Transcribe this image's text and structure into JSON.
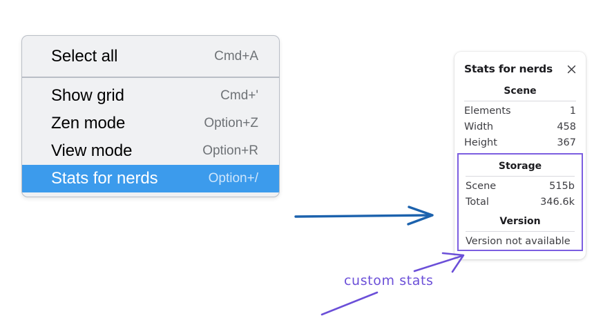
{
  "context_menu": {
    "name": "canvas-context-menu",
    "sections": [
      {
        "items": [
          {
            "label": "Select all",
            "shortcut": "Cmd+A",
            "selected": false
          }
        ]
      },
      {
        "items": [
          {
            "label": "Show grid",
            "shortcut": "Cmd+'",
            "selected": false
          },
          {
            "label": "Zen mode",
            "shortcut": "Option+Z",
            "selected": false
          },
          {
            "label": "View mode",
            "shortcut": "Option+R",
            "selected": false
          },
          {
            "label": "Stats for nerds",
            "shortcut": "Option+/",
            "selected": true
          }
        ]
      }
    ]
  },
  "stats_panel": {
    "title": "Stats for nerds",
    "close_icon": "close-icon",
    "scene": {
      "heading": "Scene",
      "rows": [
        {
          "key": "Elements",
          "value": "1"
        },
        {
          "key": "Width",
          "value": "458"
        },
        {
          "key": "Height",
          "value": "367"
        }
      ]
    },
    "storage": {
      "heading": "Storage",
      "rows": [
        {
          "key": "Scene",
          "value": "515b"
        },
        {
          "key": "Total",
          "value": "346.6k"
        }
      ]
    },
    "version": {
      "heading": "Version",
      "text": "Version not available"
    }
  },
  "annotations": {
    "handwritten_label": "custom stats",
    "blue_arrow_color": "#1c62ad",
    "purple_color": "#6b4fd8",
    "highlight_box_color": "#7b5de0"
  },
  "colors": {
    "menu_background": "#f0f1f3",
    "menu_border": "#b9bec6",
    "selection_blue": "#3c9bec",
    "shortcut_gray": "#6e7276",
    "panel_background": "#ffffff",
    "page_background": "#ffffff"
  }
}
